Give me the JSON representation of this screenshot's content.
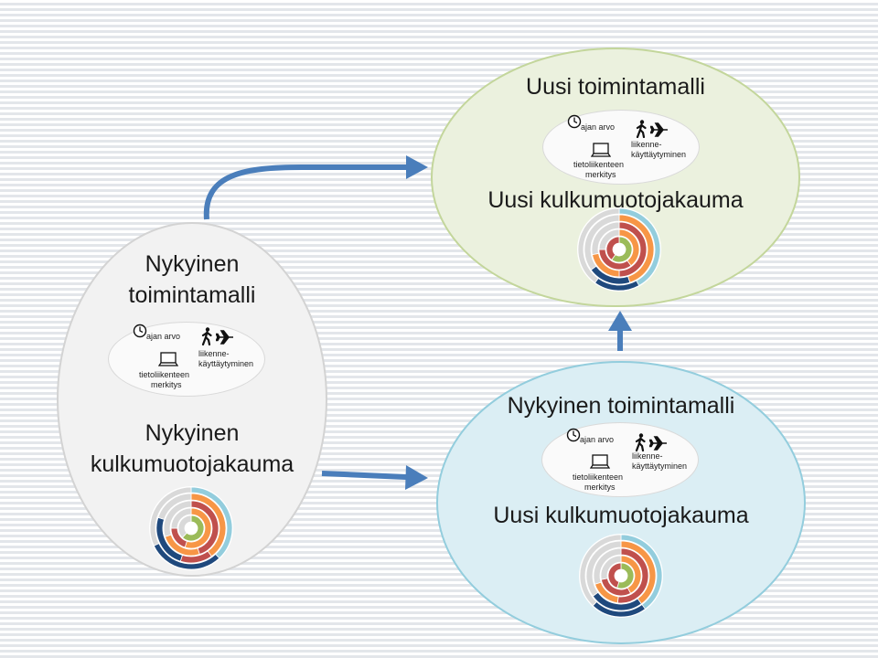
{
  "left": {
    "title_line1": "Nykyinen",
    "title_line2": "toimintamalli",
    "split_line1": "Nykyinen",
    "split_line2": "kulkumuotojakauma",
    "factors": {
      "time": "ajan arvo",
      "ict_line1": "tietoliikenteen",
      "ict_line2": "merkitys",
      "travel_line1": "liikenne-",
      "travel_line2": "käyttäytyminen"
    }
  },
  "top": {
    "title": "Uusi toimintamalli",
    "split": "Uusi kulkumuotojakauma",
    "factors": {
      "time": "ajan arvo",
      "ict_line1": "tietoliikenteen",
      "ict_line2": "merkitys",
      "travel_line1": "liikenne-",
      "travel_line2": "käyttäytyminen"
    }
  },
  "bottom": {
    "title": "Nykyinen toimintamalli",
    "split": "Uusi kulkumuotojakauma",
    "factors": {
      "time": "ajan arvo",
      "ict_line1": "tietoliikenteen",
      "ict_line2": "merkitys",
      "travel_line1": "liikenne-",
      "travel_line2": "käyttäytyminen"
    }
  },
  "icons": [
    "clock-icon",
    "laptop-icon",
    "walking-person-icon",
    "airplane-icon"
  ],
  "colors": {
    "arrow": "#4a7ebb",
    "left_fill": "#f2f2f2",
    "top_fill": "#ebf1de",
    "bottom_fill": "#dbeef4",
    "ring_red": "#c0504d",
    "ring_orange": "#f79646",
    "ring_green": "#9bbb59",
    "ring_lightblue": "#93cddd",
    "ring_darkblue": "#1f497d",
    "ring_gray": "#d9d9d9"
  }
}
